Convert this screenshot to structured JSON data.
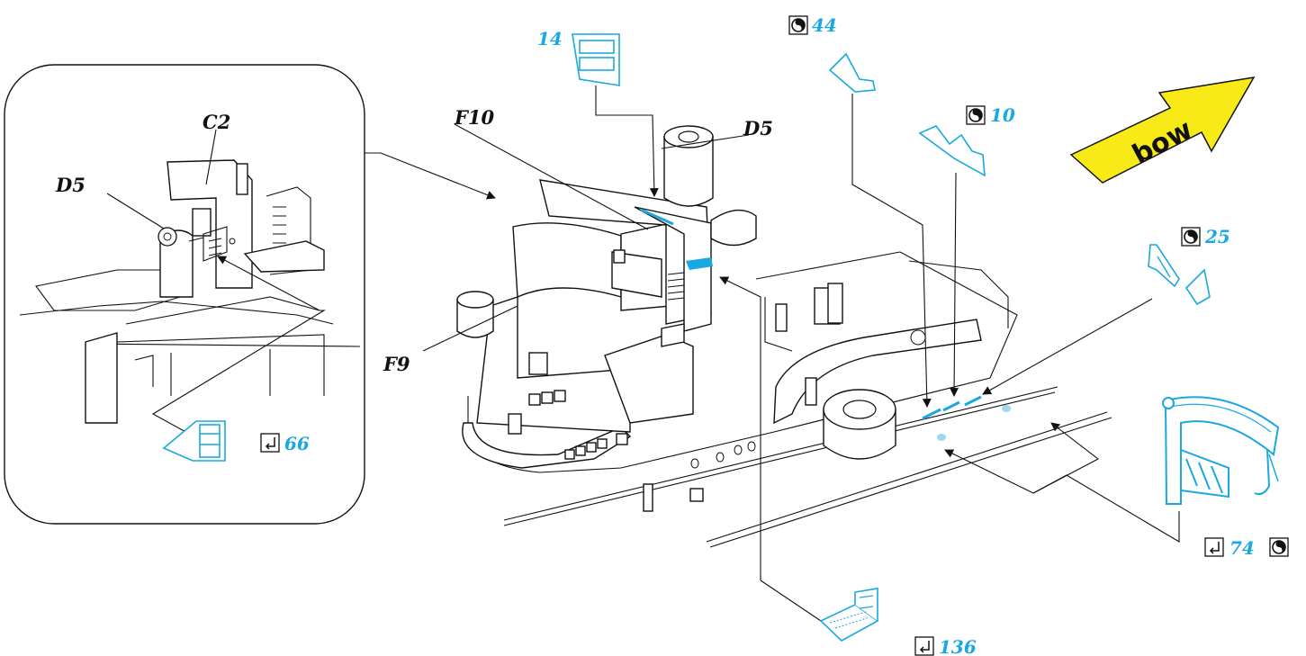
{
  "labels": {
    "inset_c2": "C2",
    "inset_d5": "D5",
    "f10": "F10",
    "d5": "D5",
    "f9": "F9"
  },
  "callouts": {
    "p14": "14",
    "p44": "44",
    "p10": "10",
    "p25": "25",
    "p66": "66",
    "p74": "74",
    "p136": "136"
  },
  "direction": "bow",
  "icons": {
    "paint": "paint-flag-icon",
    "fold": "fold-arrow-icon"
  },
  "colors": {
    "part_highlight": "#19a8e0",
    "bow_arrow_fill": "#f7ea17",
    "lines": "#111111"
  }
}
